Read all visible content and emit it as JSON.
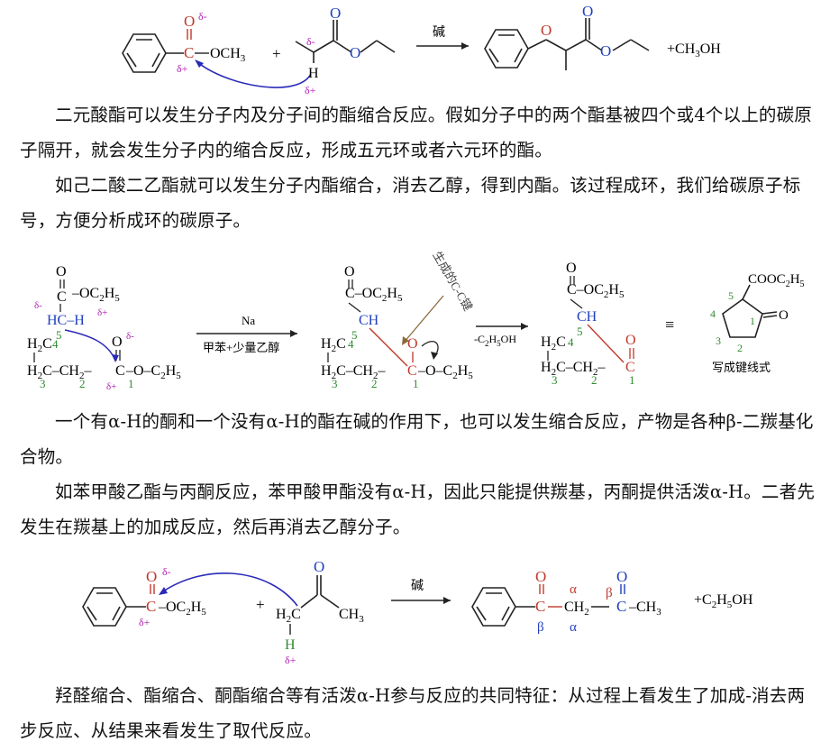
{
  "scheme1": {
    "reactant1_group": "OCH",
    "reactant1_sub": "3",
    "delta_minus": "δ-",
    "delta_plus": "δ+",
    "plus": "+",
    "h_label": "H",
    "arrow_label": "碱",
    "byproduct": "+CH",
    "byproduct_sub": "3",
    "byproduct_tail": "OH",
    "o_label": "O",
    "c_label": "C"
  },
  "para1": "二元酸酯可以发生分子内及分子间的酯缩合反应。假如分子中的两个酯基被四个或4个以上的碳原子隔开，就会发生分子内的缩合反应，形成五元环或者六元环的酯。",
  "para2": "如己二酸二乙酯就可以发生分子内酯缩合，消去乙醇，得到内酯。该过程成环，我们给碳原子标号，方便分析成环的碳原子。",
  "scheme2": {
    "o": "O",
    "c": "C",
    "ch": "CH",
    "hc_h": "HC–H",
    "oc2h5": "OC",
    "sub2": "2",
    "sub5": "5",
    "h2c": "H",
    "h2c_tail": "C",
    "ch2": "CH",
    "o_minus": "O",
    "num1": "1",
    "num2": "2",
    "num3": "3",
    "num4": "4",
    "num5": "5",
    "delta_minus": "δ-",
    "delta_plus": "δ+",
    "arrow1_top": "Na",
    "arrow1_bottom": "甲苯+少量乙醇",
    "cc_bond_note": "生成的C-C键",
    "arrow2_bottom": "-C",
    "arrow2_sub": "2",
    "arrow2_mid": "H",
    "arrow2_sub2": "5",
    "arrow2_tail": "OH",
    "equiv": "≡",
    "ring_ester": "COOC",
    "skeletal_caption": "写成键线式"
  },
  "para3": "一个有α-H的酮和一个没有α-H的酯在碱的作用下，也可以发生缩合反应，产物是各种β-二羰基化合物。",
  "para4": "如苯甲酸乙酯与丙酮反应，苯甲酸甲酯没有α-H，因此只能提供羰基，丙酮提供活泼α-H。二者先发生在羰基上的加成反应，然后再消去乙醇分子。",
  "scheme3": {
    "o": "O",
    "c": "C",
    "oc2h5": "OC",
    "h2c": "H",
    "ch3": "CH",
    "h": "H",
    "plus": "+",
    "arrow_label": "碱",
    "ch2": "CH",
    "alpha": "α",
    "beta": "β",
    "delta_minus": "δ-",
    "delta_plus": "δ+",
    "byproduct": "+C",
    "byproduct_mid": "H",
    "byproduct_tail": "OH"
  },
  "para5": "羟醛缩合、酯缩合、酮酯缩合等有活泼α-H参与反应的共同特征：从过程上看发生了加成-消去两步反应、从结果来看发生了取代反应。"
}
